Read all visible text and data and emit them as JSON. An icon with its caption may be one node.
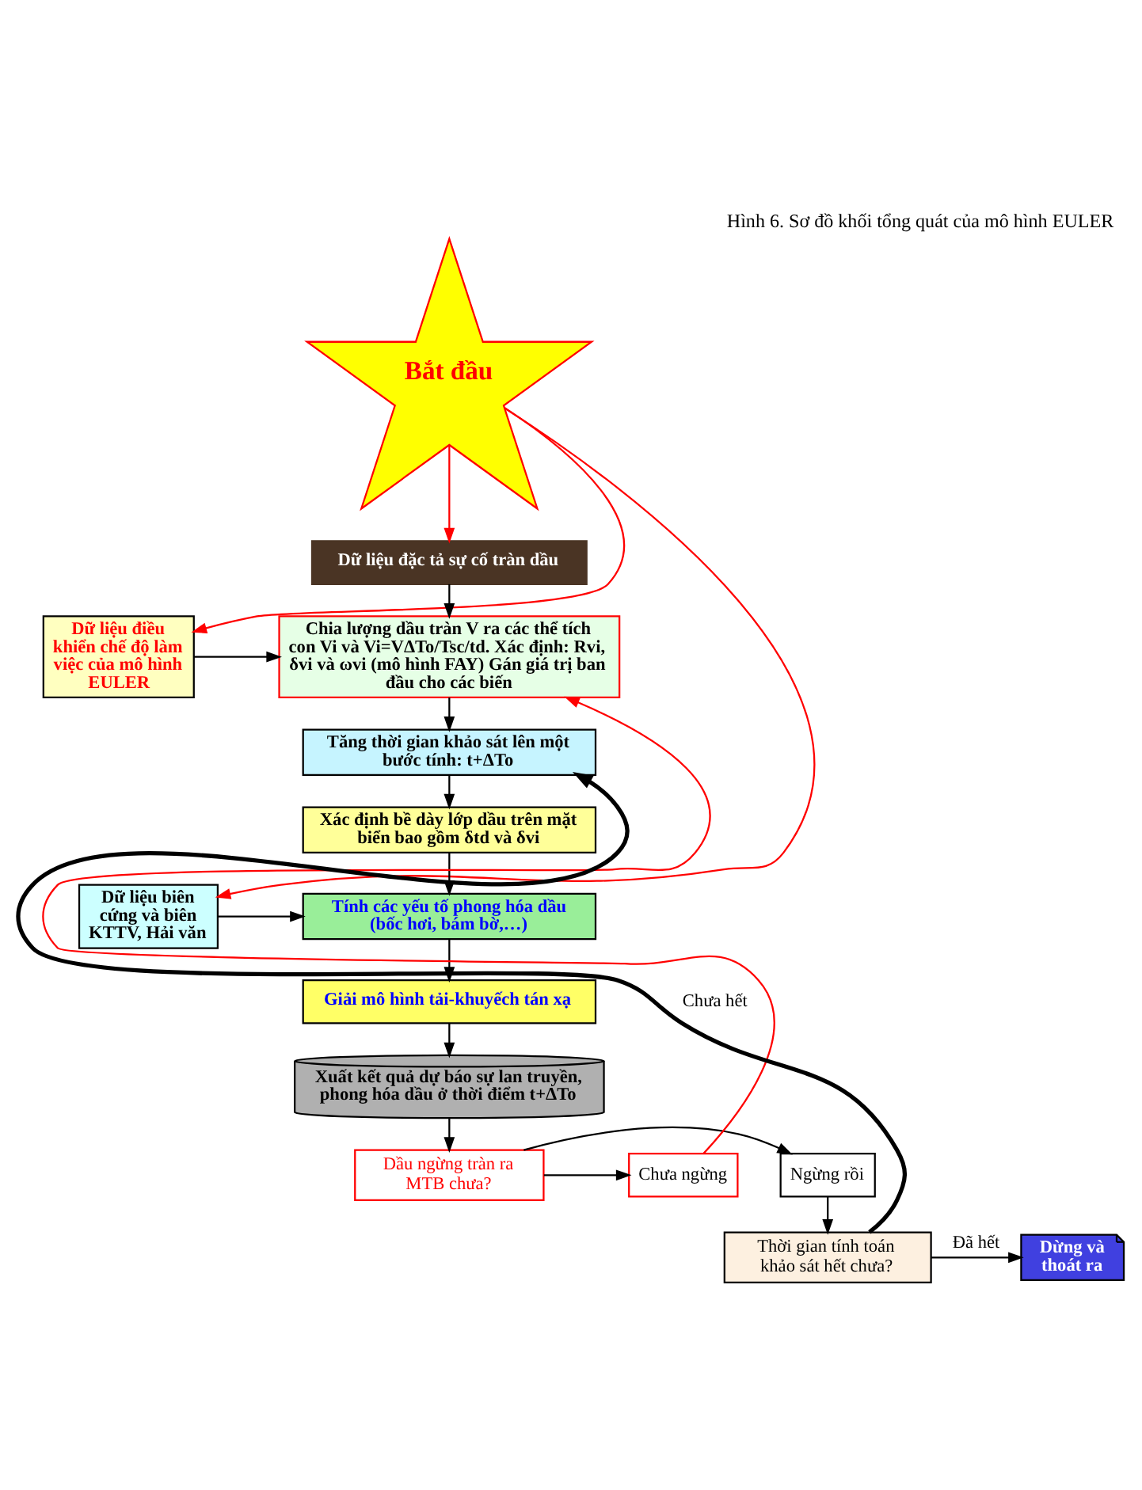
{
  "diagram": {
    "caption": "Hình 6. Sơ đồ khối tổng quát của mô hình EULER",
    "nodes": [
      {
        "text": [
          "Bắt đầu"
        ]
      },
      {
        "text": [
          "Dữ liệu đặc tả sự cố tràn dầu"
        ]
      },
      {
        "text": [
          "Dữ liệu điều khiển chế độ làm việc của mô hình EULER"
        ]
      },
      {
        "text": [
          "Chia lượng dầu tràn V ra các thể tích con Vi và Vi=VΔTo/Tsc/td. Xác định: Rvi, δvi và ωvi (mô hình FAY) Gán giá trị ban đầu cho các biến"
        ]
      },
      {
        "text": [
          "Tăng thời gian khảo sát lên một bước tính: t+ΔTo"
        ]
      },
      {
        "text": [
          "Xác định bề dày lớp dầu trên mặt biển bao gồm δtd và δvi"
        ]
      },
      {
        "text": [
          "Dữ liệu biên cứng và biên KTTV, Hải văn"
        ]
      },
      {
        "text": [
          "Tính các yếu tố phong hóa dầu (bốc hơi, bám bờ,…)"
        ]
      },
      {
        "text": [
          "Giải mô hình tải-khuyếch tán xạ"
        ]
      },
      {
        "text": [
          "Xuất kết quả dự báo sự lan truyền, phong hóa dầu ở thời điểm t+ΔTo"
        ]
      },
      {
        "text": [
          "Dầu ngừng tràn ra MTB chưa?"
        ]
      },
      {
        "text": [
          "Ngừng rồi"
        ]
      },
      {
        "text": [
          "Chưa ngừng"
        ]
      },
      {
        "text": [
          "Thời gian tính toán khảo sát hết chưa?"
        ]
      },
      {
        "text": [
          "Dừng và thoát ra"
        ]
      }
    ],
    "edges": [
      {
        "from": 0,
        "to": 1,
        "arrow": "to",
        "color": "#ff0000"
      },
      {
        "from": 0,
        "to": 2,
        "arrow": "to",
        "color": "#ff0000"
      },
      {
        "from": 0,
        "to": 6,
        "arrow": "to",
        "color": "#ff0000"
      },
      {
        "from": 1,
        "to": 3,
        "arrow": "to"
      },
      {
        "from": 2,
        "to": 3,
        "arrow": "to"
      },
      {
        "from": 3,
        "to": 4,
        "arrow": "to"
      },
      {
        "from": 4,
        "to": 5,
        "arrow": "to"
      },
      {
        "from": 5,
        "to": 7,
        "arrow": "to"
      },
      {
        "from": 6,
        "to": 7,
        "arrow": "to"
      },
      {
        "from": 7,
        "to": 8,
        "arrow": "to"
      },
      {
        "from": 8,
        "to": 9,
        "arrow": "to"
      },
      {
        "from": 9,
        "to": 10,
        "arrow": "to"
      },
      {
        "from": 10,
        "to": 11,
        "arrow": "to"
      },
      {
        "from": 10,
        "to": 12,
        "arrow": "to"
      },
      {
        "from": 12,
        "to": 3,
        "arrow": "to",
        "color": "#ff0000"
      },
      {
        "from": 11,
        "to": 13,
        "arrow": "to"
      },
      {
        "from": 13,
        "to": 4,
        "arrow": "to",
        "label": "Chưa hết",
        "style": "thick"
      },
      {
        "from": 13,
        "to": 14,
        "arrow": "to",
        "label": "Đã hết"
      }
    ]
  }
}
